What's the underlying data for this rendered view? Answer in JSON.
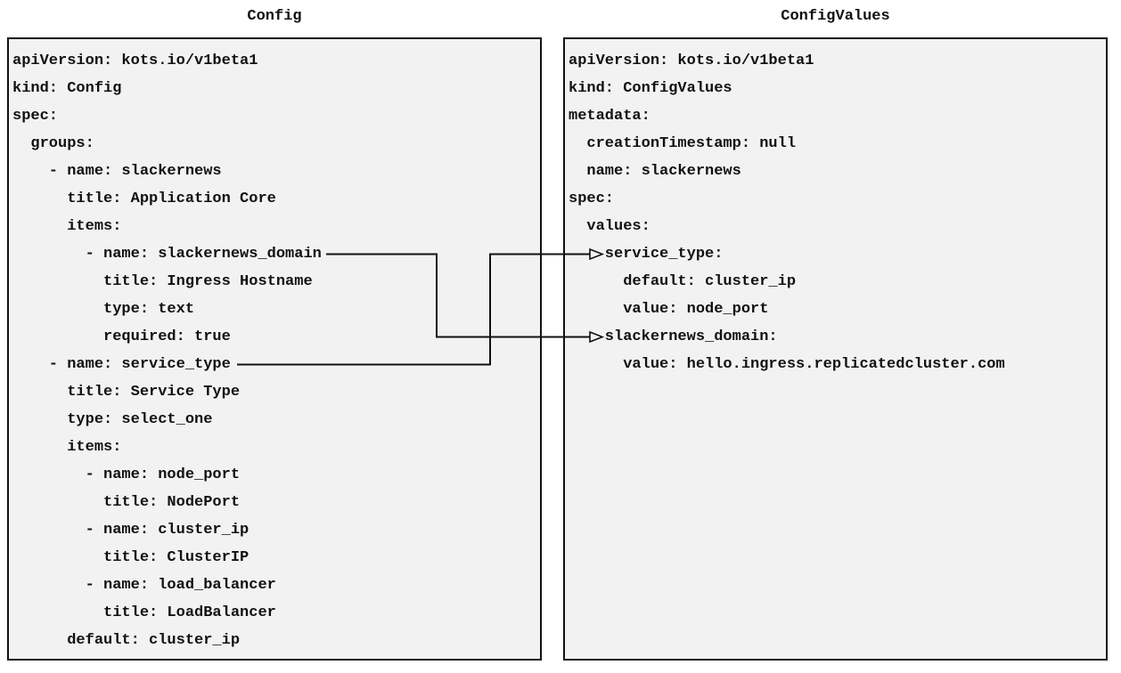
{
  "panels": {
    "config": {
      "title": "Config",
      "yaml": "apiVersion: kots.io/v1beta1\nkind: Config\nspec:\n  groups:\n    - name: slackernews\n      title: Application Core\n      items:\n        - name: slackernews_domain\n          title: Ingress Hostname\n          type: text\n          required: true\n    - name: service_type\n      title: Service Type\n      type: select_one\n      items:\n        - name: node_port\n          title: NodePort\n        - name: cluster_ip\n          title: ClusterIP\n        - name: load_balancer\n          title: LoadBalancer\n      default: cluster_ip"
    },
    "config_values": {
      "title": "ConfigValues",
      "yaml": "apiVersion: kots.io/v1beta1\nkind: ConfigValues\nmetadata:\n  creationTimestamp: null\n  name: slackernews\nspec:\n  values:\n    service_type:\n      default: cluster_ip\n      value: node_port\n    slackernews_domain:\n      value: hello.ingress.replicatedcluster.com"
    }
  },
  "connections": [
    {
      "from": "Config item name: slackernews_domain",
      "to": "ConfigValues value slackernews_domain:"
    },
    {
      "from": "Config item name: service_type",
      "to": "ConfigValues value service_type:"
    }
  ],
  "colors": {
    "panel_bg": "#f2f2f2",
    "panel_border": "#111111",
    "text_color": "#111111",
    "arrow_color": "#111111"
  }
}
